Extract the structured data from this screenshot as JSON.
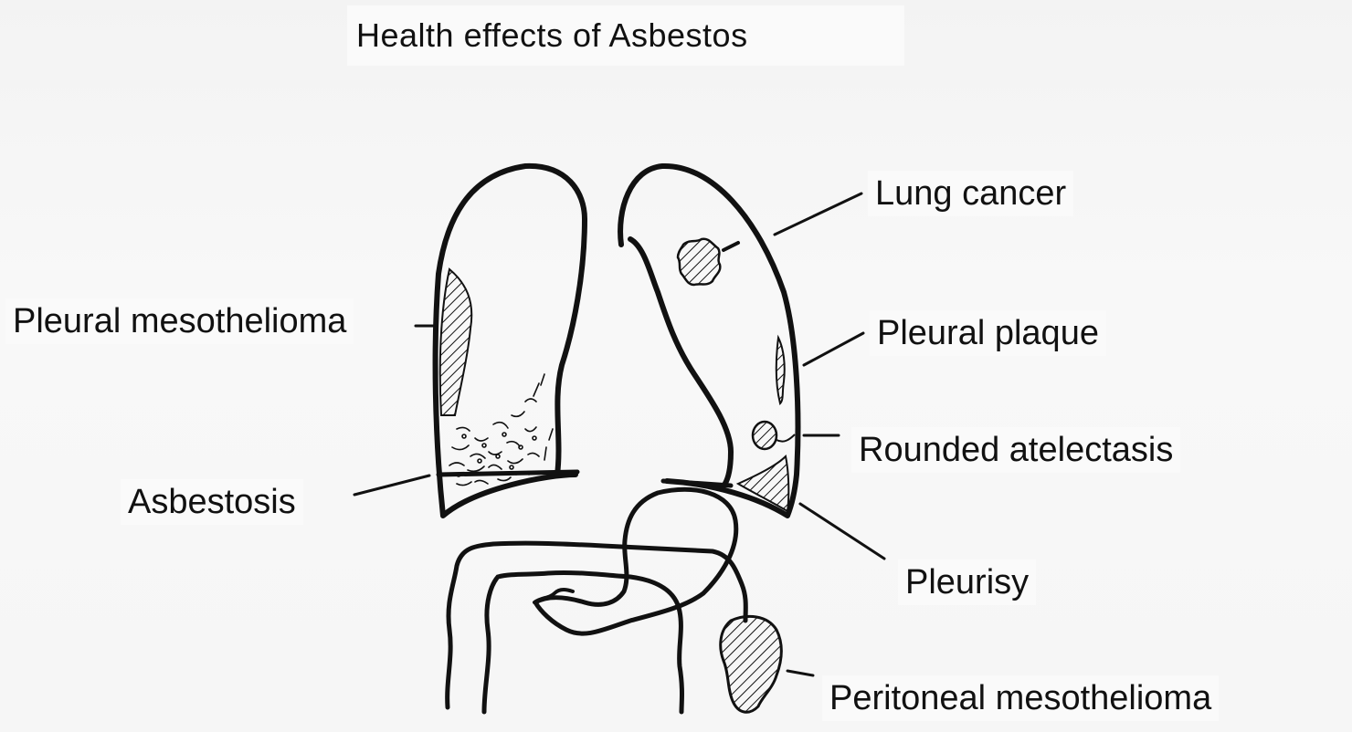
{
  "title": "Health effects of Asbestos",
  "labels": {
    "pleural_mesothelioma": "Pleural mesothelioma",
    "asbestosis": "Asbestosis",
    "lung_cancer": "Lung cancer",
    "pleural_plaque": "Pleural plaque",
    "rounded_atelectasis": "Rounded atelectasis",
    "pleurisy": "Pleurisy",
    "peritoneal_mesothelioma": "Peritoneal mesothelioma"
  },
  "colors": {
    "ink": "#111111",
    "paper": "#f7f7f7"
  }
}
